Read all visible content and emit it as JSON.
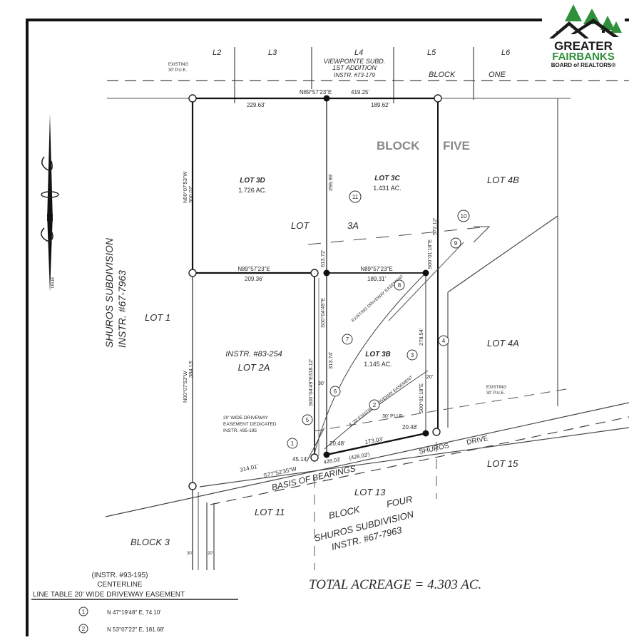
{
  "logo": {
    "line1": "GREATER",
    "line2": "FAIRBANKS",
    "line3": "BOARD of REALTORS®",
    "colors": {
      "green": "#2f8f3a",
      "black": "#1a1a1a"
    }
  },
  "north_arrow": {
    "label": "TRUE"
  },
  "top_subdivision": {
    "lots": [
      "L2",
      "L3",
      "L4",
      "L5",
      "L6"
    ],
    "name_line1": "VIEWPOINTE SUBD.",
    "name_line2": "1ST ADDITION",
    "name_line3": "INSTR. #73-179",
    "block_word1": "BLOCK",
    "block_word2": "ONE",
    "pue_note_line1": "EXISTING",
    "pue_note_line2": "30' P.U.E."
  },
  "block_label": {
    "word1": "BLOCK",
    "word2": "FIVE"
  },
  "north_line": {
    "bearing": "N89°57'23\"E",
    "distance": "419.25'",
    "seg_left": "229.63'",
    "seg_right": "189.62'"
  },
  "lots": {
    "lot_3d": {
      "name": "LOT 3D",
      "area": "1.726 AC."
    },
    "lot_3c": {
      "name": "LOT 3C",
      "area": "1.431 AC."
    },
    "lot_3a": {
      "word1": "LOT",
      "word2": "3A"
    },
    "lot_3b": {
      "name": "LOT 3B",
      "area": "1.145 AC."
    },
    "lot_4b": "LOT 4B",
    "lot_4a": "LOT 4A",
    "lot_1": "LOT 1",
    "lot_2a_instr": "INSTR. #83-254",
    "lot_2a": "LOT 2A",
    "lot_15": "LOT 15",
    "lot_13": "LOT 13",
    "lot_11": "LOT 11",
    "block_3": "BLOCK 3"
  },
  "dimensions": {
    "west_upper_bearing": "N00°07'53\"W",
    "west_upper_dist": "300.02'",
    "west_lower_bearing": "N00°07'53\"W",
    "west_lower_dist": "384.13'",
    "mid_line_left_bearing": "N89°57'23\"E",
    "mid_line_left_dist": "209.36'",
    "mid_line_right_bearing": "N89°57'23\"E",
    "mid_line_right_dist": "189.31'",
    "center_upper": "299.99'",
    "center_total": "613.72'",
    "center_bearing": "S00°04'49\"E",
    "center_lower": "313.74'",
    "lot2a_east_bearing": "S00°04'49\"E",
    "lot2a_east_dist": "318.12'",
    "east_bearing": "S00°01'18\"E",
    "east_total": "572.12'",
    "east_lower": "278.54'",
    "east_lower_bearing": "S00°01'18\"E",
    "south_seg_a": "20.48'",
    "south_seg_b": "173.03'",
    "south_seg_c": "20.48'",
    "south_total": "428.03'",
    "south_total_record": "(428.03')",
    "seg_45": "45.14'",
    "seg_314": "314.01'",
    "basis_bearing": "S77°52'35\"W",
    "width_30": "30'",
    "width_20a": "20'",
    "width_20b": "20'",
    "road_w1": "30'",
    "road_w2": "20'"
  },
  "easements": {
    "existing_driveway": "EXISTING DRIVEWAY EASEMENT",
    "driveway_20": "℄ 20' EXISTING DRIVEWAY EASEMENT",
    "pue_30": "30' P.U.E.",
    "east_pue_line1": "EXISTING",
    "east_pue_line2": "30' P.U.E.",
    "dedicated_line1": "20' WIDE DRIVEWAY",
    "dedicated_line2": "EASEMENT DEDICATED",
    "dedicated_line3": "INSTR. #85-195"
  },
  "callouts": [
    "1",
    "2",
    "3",
    "4",
    "5",
    "6",
    "7",
    "8",
    "9",
    "10",
    "11"
  ],
  "road": {
    "name1": "SHUROS",
    "name2": "DRIVE",
    "basis": "BASIS OF BEARINGS"
  },
  "west_subdivision": {
    "line1": "SHUROS SUBDIVISION",
    "line2": "INSTR. #67-7963"
  },
  "south_subdivision": {
    "line1": "BLOCK",
    "line1b": "FOUR",
    "line2": "SHUROS SUBDIVISION",
    "line3": "INSTR. #67-7963"
  },
  "total_acreage": "TOTAL ACREAGE = 4.303 AC.",
  "line_table": {
    "instr": "(INSTR. #93-195)",
    "subtitle": "CENTERLINE",
    "title": "LINE TABLE 20' WIDE DRIVEWAY EASEMENT",
    "rows": [
      {
        "id": "1",
        "value": "N 47°19'48\" E, 74.10'"
      },
      {
        "id": "2",
        "value": "N 53°07'22\" E, 181.68'"
      }
    ]
  }
}
